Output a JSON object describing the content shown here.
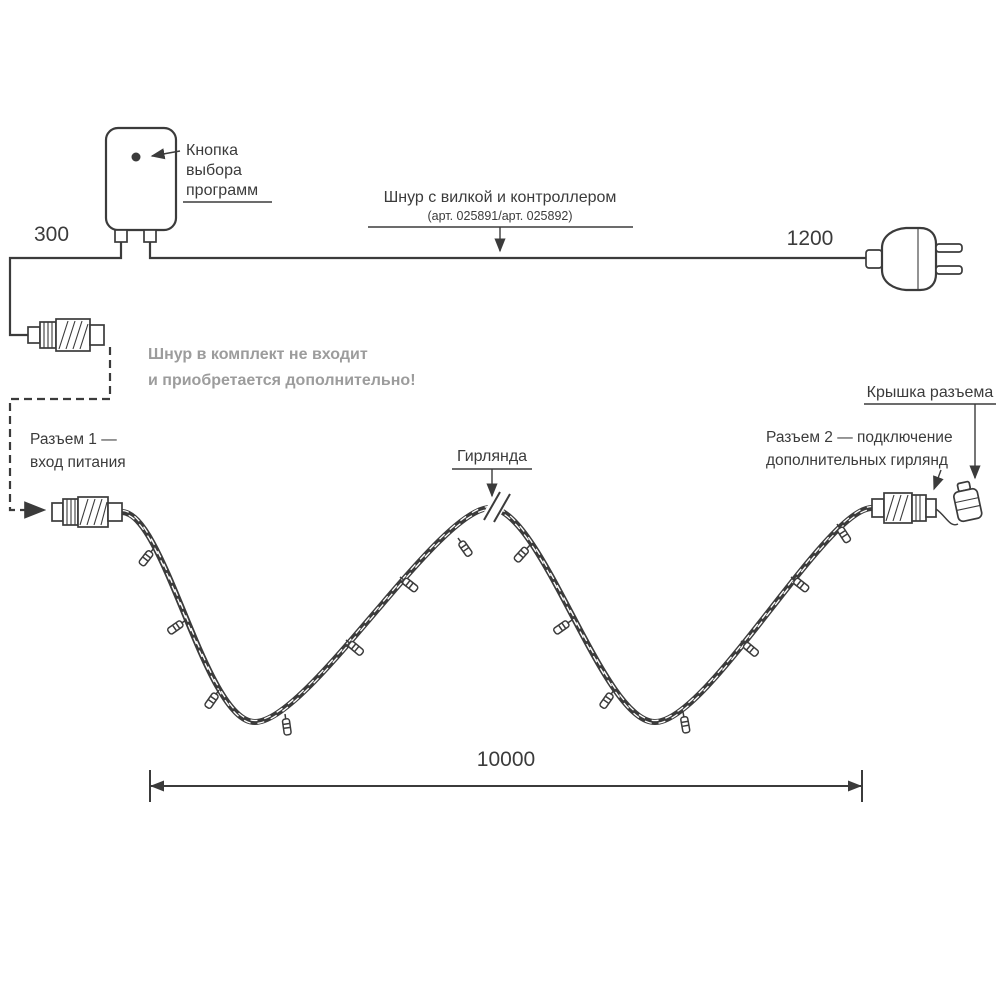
{
  "labels": {
    "program_button": [
      "Кнопка",
      "выбора",
      "программ"
    ],
    "dim_left": "300",
    "cord_title": "Шнур с вилкой и контроллером",
    "cord_article": "(арт. 025891/арт. 025892)",
    "dim_right": "1200",
    "note": [
      "Шнур в комплект не входит",
      "и приобретается дополнительно!"
    ],
    "connector1": [
      "Разъем 1 —",
      "вход питания"
    ],
    "garland": "Гирлянда",
    "cap": "Крышка разъема",
    "connector2": [
      "Разъем 2 — подключение",
      "дополнительных гирлянд"
    ],
    "dim_bottom": "10000"
  },
  "colors": {
    "line": "#3b3b3b",
    "text": "#3b3b3b",
    "note_text": "#9c9c9c",
    "background": "#ffffff"
  }
}
